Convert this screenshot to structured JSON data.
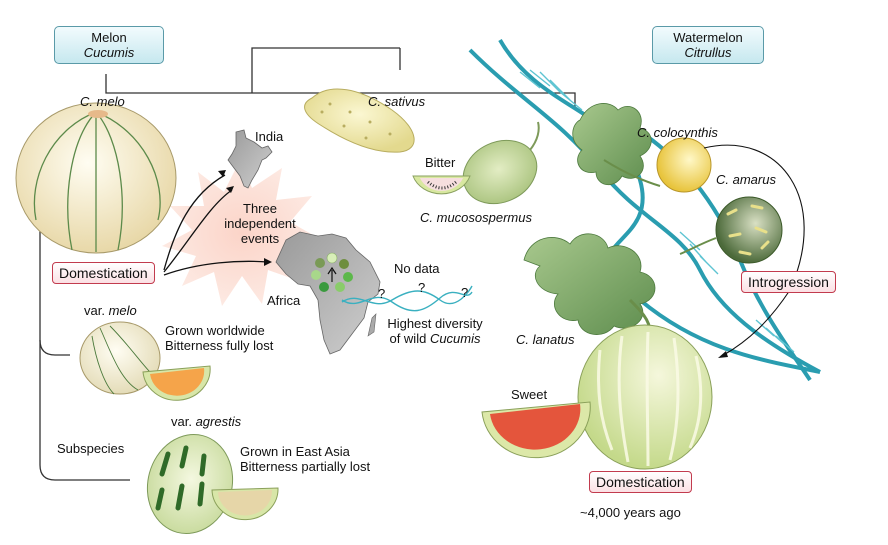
{
  "headers": {
    "melon": {
      "title": "Melon",
      "genus": "Cucumis"
    },
    "watermelon": {
      "title": "Watermelon",
      "genus": "Citrullus"
    }
  },
  "species": {
    "c_melo": "C. melo",
    "c_sativus": "C. sativus",
    "c_mucosospermus": "C. mucosospermus",
    "c_colocynthis": "C. colocynthis",
    "c_amarus": "C. amarus",
    "c_lanatus": "C. lanatus"
  },
  "taste": {
    "bitter": "Bitter",
    "sweet": "Sweet"
  },
  "regions": {
    "india": "India",
    "africa": "Africa"
  },
  "events": {
    "three_independent": [
      "Three",
      "independent",
      "events"
    ],
    "no_data": "No data",
    "question_mark": "?",
    "highest_diversity": [
      "Highest diversity",
      "of wild "
    ],
    "highest_diversity_genus": "Cucumis"
  },
  "labels": {
    "domestication_melon": "Domestication",
    "domestication_watermelon": "Domestication",
    "introgression": "Introgression",
    "watermelon_age": "~4,000 years ago",
    "subspecies": "Subspecies"
  },
  "varieties": {
    "melo": {
      "prefix": "var. ",
      "name": "melo",
      "notes": [
        "Grown worldwide",
        "Bitterness fully lost"
      ]
    },
    "agrestis": {
      "prefix": "var. ",
      "name": "agrestis",
      "notes": [
        "Grown in East Asia",
        "Bitterness partially lost"
      ]
    }
  },
  "colors": {
    "header_border": "#5a9aa8",
    "domestication_border": "#c23b4e",
    "dna": "#2a9db0",
    "melon_flesh": "#f5a44a",
    "watermelon_flesh": "#e4553c"
  }
}
